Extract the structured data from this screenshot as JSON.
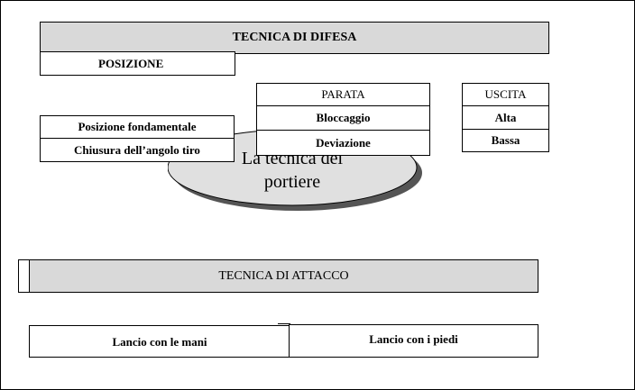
{
  "diagram": {
    "center_label": [
      "La tecnica del",
      "portiere"
    ],
    "defense": {
      "title": "TECNICA DI DIFESA",
      "posizione": {
        "title": "POSIZIONE",
        "items": [
          "Posizione fondamentale",
          "Chiusura dell’angolo tiro"
        ]
      },
      "parata": {
        "title": "PARATA",
        "items": [
          "Bloccaggio",
          "Deviazione"
        ]
      },
      "uscita": {
        "title": "USCITA",
        "items": [
          "Alta",
          "Bassa"
        ]
      }
    },
    "attack": {
      "title": "TECNICA DI ATTACCO",
      "items": [
        "Lancio con le mani",
        "Lancio con i piedi"
      ]
    }
  },
  "colors": {
    "header_fill": "#d9d9d9",
    "ellipse_fill": "#e0e0e0",
    "ellipse_shadow": "#555555"
  }
}
